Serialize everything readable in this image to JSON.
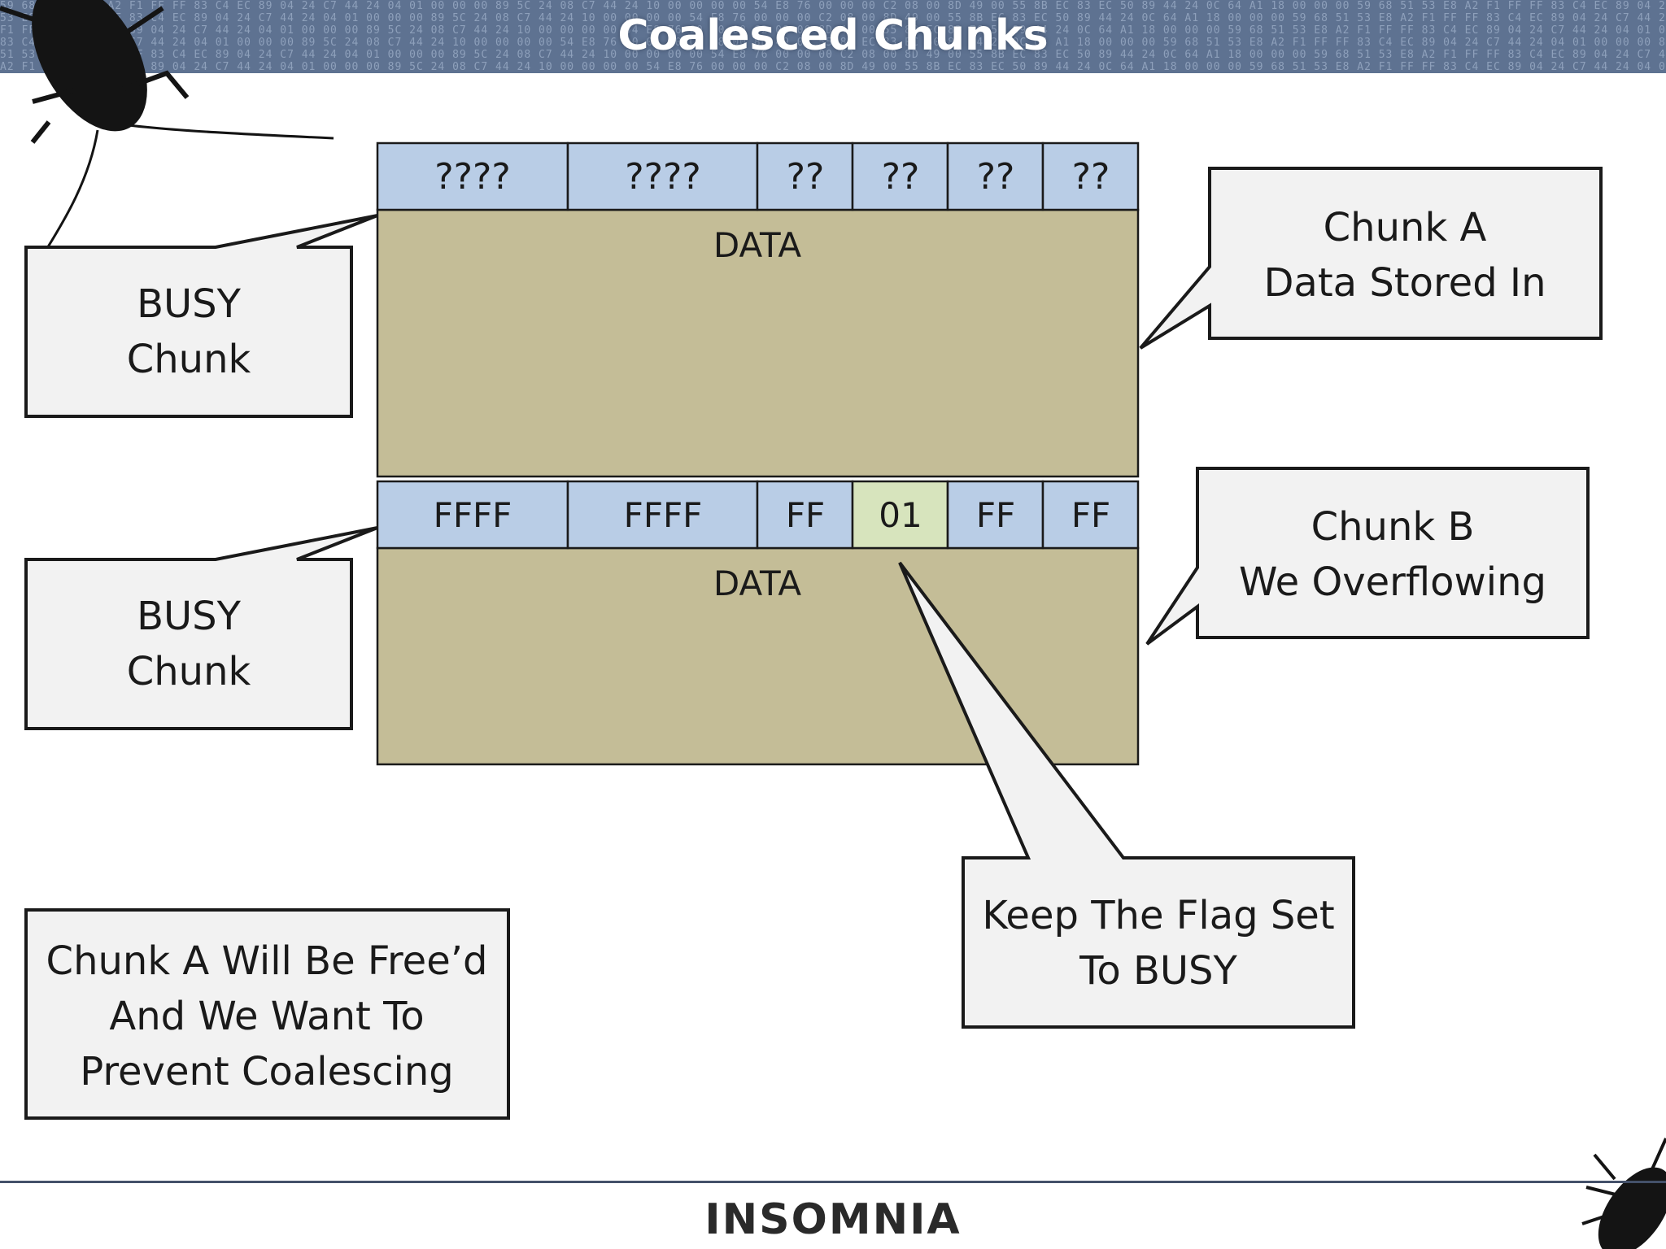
{
  "header": {
    "title": "Coalesced Chunks",
    "hex_pattern": "59 68 51 53 E8 A2 F1 FF FF 83 C4 EC 89 04 24 C7 44 24 04 01 00 00 00 89 5C 24 08 C7 44 24 10 00 00 00 00 54 E8 76 00 00 00 C2 08 00 8D 49 00 55 8B EC 83 EC 50 89 44 24 0C 64 A1 18 00 00 00"
  },
  "chunk_a": {
    "header_cells": [
      "????",
      "????",
      "??",
      "??",
      "??",
      "??"
    ],
    "data_label": "DATA"
  },
  "chunk_b": {
    "header_cells": [
      "FFFF",
      "FFFF",
      "FF",
      "01",
      "FF",
      "FF"
    ],
    "data_label": "DATA"
  },
  "callouts": {
    "busy_a": [
      "BUSY",
      "Chunk"
    ],
    "busy_b": [
      "BUSY",
      "Chunk"
    ],
    "chunk_a_note": [
      "Chunk A",
      "Data Stored In"
    ],
    "chunk_b_note": [
      "Chunk B",
      "We Overflowing"
    ],
    "flag_note": [
      "Keep The Flag Set",
      "To BUSY"
    ],
    "coalesce_note": [
      "Chunk A Will Be Free’d",
      "And We Want To",
      "Prevent Coalescing"
    ]
  },
  "footer": {
    "logo": "INSOMNIA"
  },
  "colors": {
    "header_bg": "#5e7291",
    "cell_blue": "#b9cde6",
    "cell_green": "#d7e4bd",
    "data_khaki": "#c4bd97",
    "callout_fill": "#f2f2f2"
  }
}
